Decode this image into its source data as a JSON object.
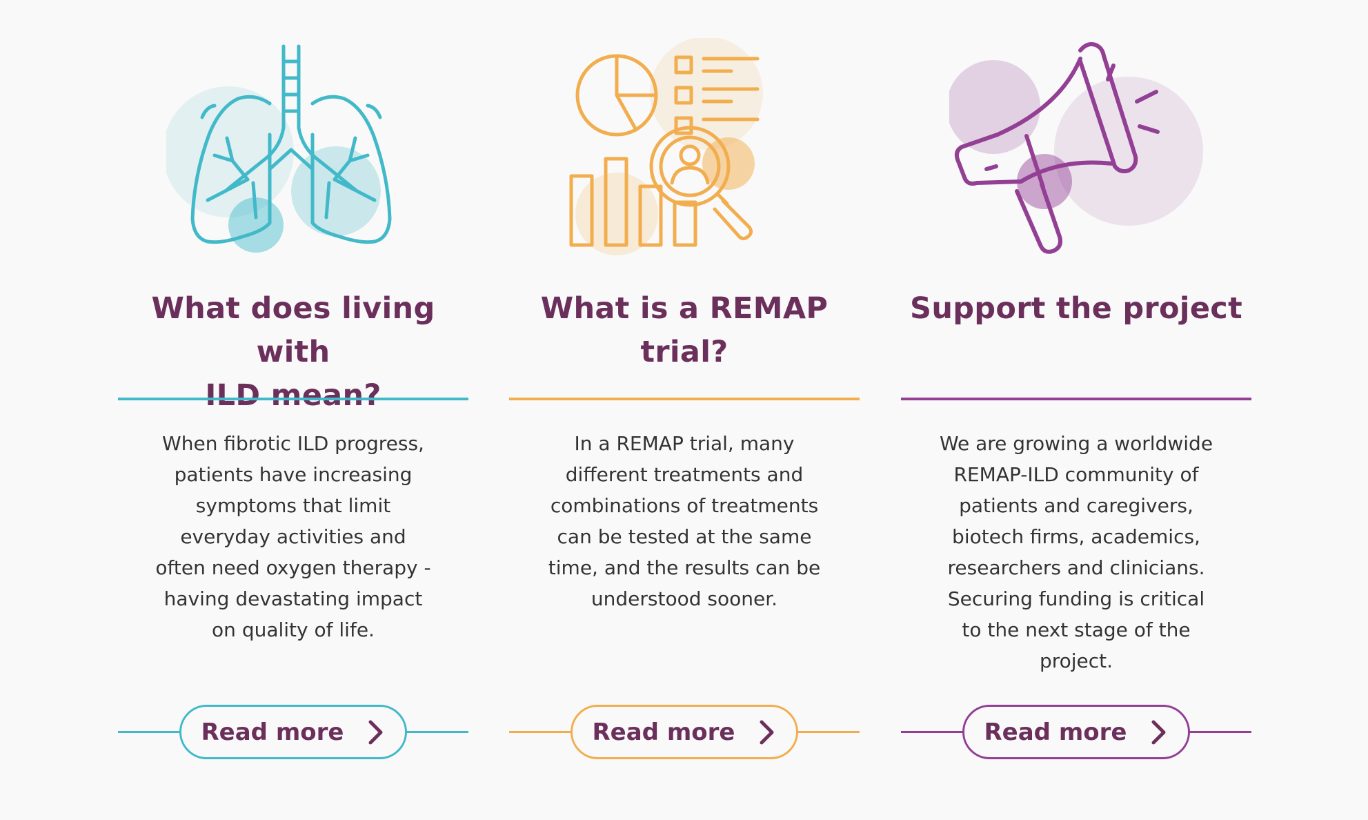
{
  "colors": {
    "teal": "#41b9c9",
    "orange": "#f2ad4e",
    "purple": "#923f94",
    "heading": "#6b2f5b",
    "body_text": "#333333",
    "background": "#f9f9f9"
  },
  "cards": [
    {
      "icon": "lungs-icon",
      "title_line1": "What does living with",
      "title_line2": "ILD mean?",
      "description_lines": [
        "When fibrotic ILD progress,",
        "patients have increasing",
        "symptoms that limit",
        "everyday activities and",
        "often need oxygen therapy -",
        "having devastating impact",
        "on quality of life."
      ],
      "button_label": "Read more",
      "button_icon": "chevron-right-icon"
    },
    {
      "icon": "data-analysis-icon",
      "title_line1": "What is a REMAP",
      "title_line2": "trial?",
      "description_lines": [
        "In a REMAP trial, many",
        "different treatments and",
        "combinations of treatments",
        "can be tested at the same",
        "time, and the results can be",
        "understood sooner."
      ],
      "button_label": "Read more",
      "button_icon": "chevron-right-icon"
    },
    {
      "icon": "megaphone-icon",
      "title_line1": "Support the project",
      "title_line2": "",
      "description_lines": [
        "We are growing a worldwide",
        "REMAP-ILD community of",
        "patients and caregivers,",
        "biotech firms, academics,",
        "researchers and clinicians.",
        "Securing funding is critical",
        "to the next stage of the",
        "project."
      ],
      "button_label": "Read more",
      "button_icon": "chevron-right-icon"
    }
  ]
}
